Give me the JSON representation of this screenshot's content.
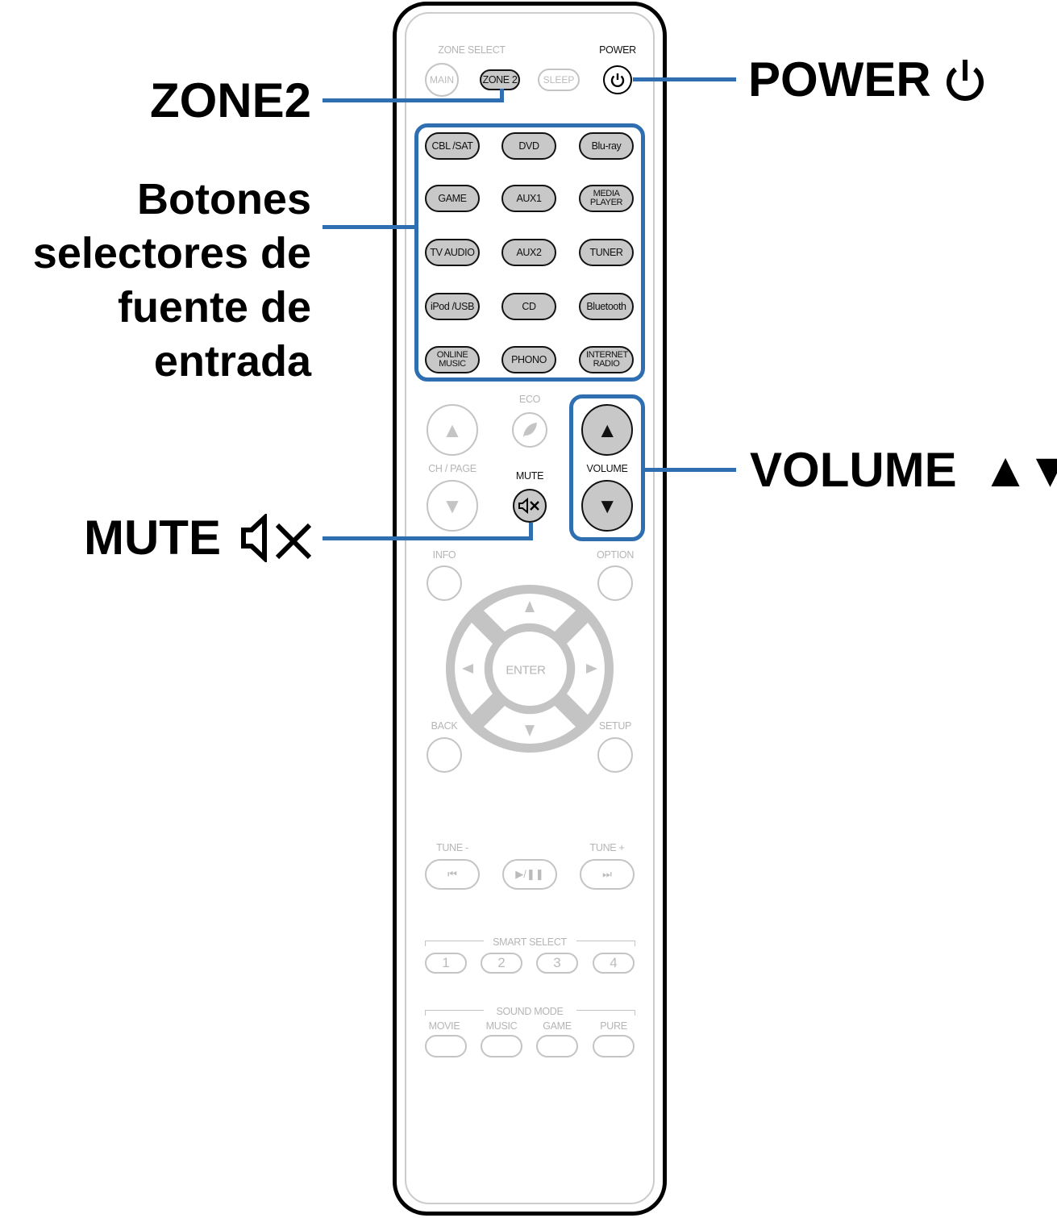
{
  "callouts": {
    "zone2": "ZONE2",
    "source_lines": [
      "Botones",
      "selectores de",
      "fuente de",
      "entrada"
    ],
    "mute": "MUTE",
    "power": "POWER",
    "volume": "VOLUME",
    "volume_arrows": "▲▼"
  },
  "remote": {
    "zone_select_label": "ZONE SELECT",
    "power_label": "POWER",
    "main": "MAIN",
    "zone2": "ZONE 2",
    "sleep": "SLEEP",
    "sources": [
      [
        "CBL /SAT",
        "DVD",
        "Blu-ray"
      ],
      [
        "GAME",
        "AUX1",
        "MEDIA PLAYER"
      ],
      [
        "TV AUDIO",
        "AUX2",
        "TUNER"
      ],
      [
        "iPod /USB",
        "CD",
        "Bluetooth"
      ],
      [
        "ONLINE MUSIC",
        "PHONO",
        "INTERNET RADIO"
      ]
    ],
    "eco": "ECO",
    "ch_page": "CH / PAGE",
    "mute": "MUTE",
    "volume": "VOLUME",
    "info": "INFO",
    "option": "OPTION",
    "enter": "ENTER",
    "back": "BACK",
    "setup": "SETUP",
    "tune_minus": "TUNE -",
    "tune_plus": "TUNE +",
    "transport": [
      "⏮",
      "▶/❚❚",
      "⏭"
    ],
    "smart_select": "SMART SELECT",
    "smart_buttons": [
      "1",
      "2",
      "3",
      "4"
    ],
    "sound_mode": "SOUND MODE",
    "sound_modes": [
      "MOVIE",
      "MUSIC",
      "GAME",
      "PURE"
    ]
  },
  "colors": {
    "accent": "#2f6fb1",
    "button_fill": "#c8c8c8",
    "inactive": "#c4c4c4"
  }
}
